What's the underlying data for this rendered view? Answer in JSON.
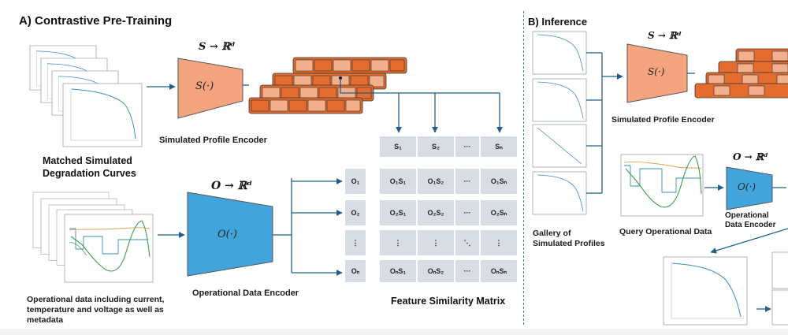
{
  "sections": {
    "a_title": "A) Contrastive Pre-Training",
    "b_title": "B) Inference"
  },
  "encoders": {
    "s_map": "S → ℝᵈ",
    "s_func": "S(·)",
    "o_map": "O → ℝᵈ",
    "o_func": "O(·)",
    "s_label": "Simulated Profile Encoder",
    "o_label": "Operational Data Encoder",
    "b_s_label": "Simulated Profile Encoder",
    "b_o_label_line1": "Operational",
    "b_o_label_line2": "Data Encoder"
  },
  "captions": {
    "matched_line1": "Matched Simulated",
    "matched_line2": "Degradation Curves",
    "oper_line1": "Operational data including current,",
    "oper_line2": "temperature and voltage as well as",
    "oper_line3": "metadata",
    "matrix": "Feature Similarity Matrix",
    "gallery_line1": "Gallery of",
    "gallery_line2": "Simulated Profiles",
    "query": "Query Operational Data"
  },
  "matrix": {
    "header": [
      "S₁",
      "S₂",
      "···",
      "Sₙ"
    ],
    "rows": [
      {
        "label": "O₁",
        "cells": [
          "O₁S₁",
          "O₁S₂",
          "···",
          "O₁Sₙ"
        ]
      },
      {
        "label": "O₂",
        "cells": [
          "O₂S₁",
          "O₂S₂",
          "···",
          "O₂Sₙ"
        ]
      },
      {
        "label": "⋮",
        "cells": [
          "⋮",
          "⋮",
          "⋱",
          "⋮"
        ]
      },
      {
        "label": "Oₙ",
        "cells": [
          "OₙS₁",
          "OₙS₂",
          "···",
          "OₙSₙ"
        ]
      }
    ]
  },
  "colors": {
    "s_encoder": "#f4a57f",
    "o_encoder": "#41a5dc",
    "embedding": "#e46c2e",
    "embedding_light": "#f3b08c",
    "cell": "#d8dde3",
    "arrow": "#1f5f8b",
    "curve": "#3a8fb7"
  }
}
